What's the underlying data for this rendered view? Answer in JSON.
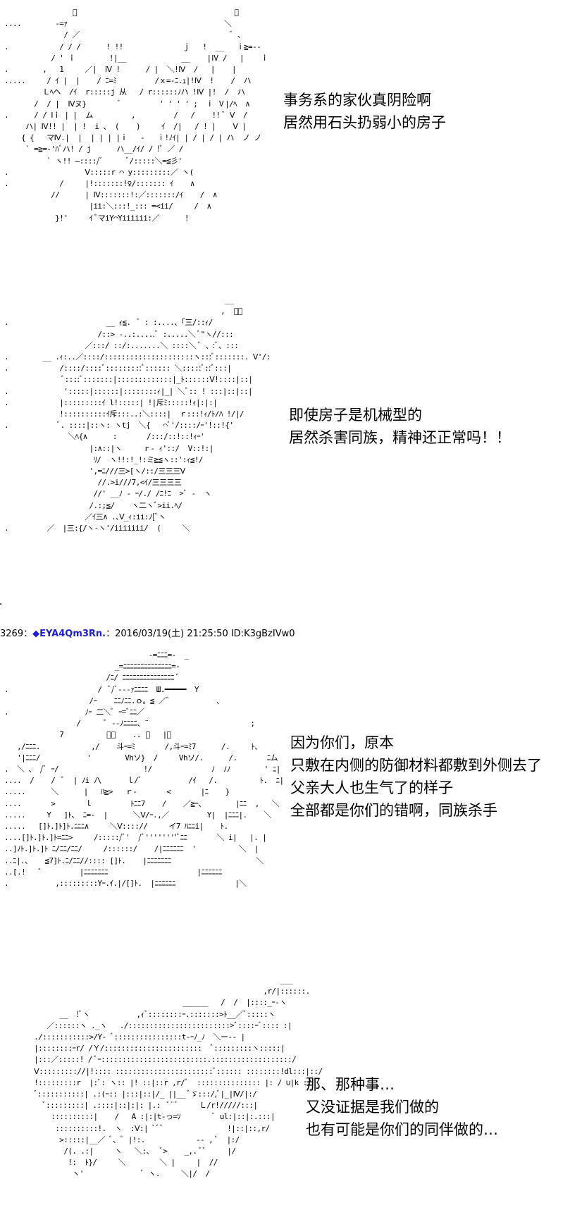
{
  "panels": [
    {
      "id": "panel-1",
      "ascii_art": "                ﾞ                                     ﾞ\n....        -=ｧ                                     ＼\n              / ／                                    ﾞ 、\n.            / / /      ! !!              ｊ   !  __   ｉ≧=--\n           / ' ｉ        !|__             __    |Ⅳ /   |    ｉ\n.        ,   1     ／|  Ⅳ !      / |  ＼!Ⅳ  /   |    |\n.....     / ｲ |  |    / ﾆ=ﾐ         /ｘ=-ﾆ.ｪ|!Ⅳ  !    /  ハ\n         Ｌﾍヘ  /ｲ  r:::::j 从   / r::::::ﾉハ !Ⅳ |!  /  ハ\n       /  / |  Ⅳヌ}        ﾞ         ' ' ' ' ;  ｉ Ⅴ|/ﾍ  ∧\n.      / / Ⅰｉ | |  ム         ,         /   /    !! ﾞ Ⅴ  /\n     ハ| Ⅳ!! |  | !  i 、 (    )     ｲ  /|   / ! |    Ⅴ |\n    { {   マⅣ.|  |  | | | |ｉ   -   ｉ!ﾉｲ| | / | / | ハ  ノ ノ\n     ` =≧=-'ﾊﾞハ! / j      ハ__/ｲ/ / !ﾞ ／ /\n          ` ヽ!! ―::::/ﾞ      ﾞ/:::::＼=≦彡'\n.                  Ⅴ:::::r ⌒ y:::::::::／ ヽ(\n.            /     |!:::::::!♀/::::::: ｲ    ∧\n           //      | Ⅳ:::::::!:／:::::::/ｲ    /  ∧\n                    |ii:＼:::!_::: =<ii/     /  ∧\n            }!'     ｲ ﾞマiY⌒Yiiiiii:／      !",
      "dialogue": [
        "事务系的家伙真阴险啊",
        "居然用石头扔弱小的房子"
      ]
    },
    {
      "id": "panel-2",
      "ascii_art": "                                                    __\n                                                   ,  ﾞ、\n.                       __ ｨ≦.  ﾞ : :....、｢三/::ｨ/\n                      /::> -..:.....ﾞ :.....＼ ﾞ\"ヽ//:::\n                   ／:::/ ::/:.......＼ ::::＼ ﾞ 、:ﾞ、:::\n.        __ .ｨ:..／::::/:::::::::::::::::::::ヽ:::ﾞ:::::::. Ⅴ'/:\n.            /::::/::::ﾞ:::::::::ﾞ:::::: ＼:::::ﾞ::ﾞ:::|\n              ﾞ::::ﾞ:::::::|:::::::::::::|_ﾄ::::::Ⅴ!::::|::|\n.             ':::::|::::::|::::::::ｨ|_| ＼ﾞ:: ! :::|::|::|\n.            |:::::::::ｲ l!:::::| !|斥ﾐ:::::!ｨ|:|:|\n             !::::::::::ｲ斥:::..:＼::::|  ｒ:::!ｨ/ﾄ/ﾊ !/|/\n.            ﾞ. ::::|::ヽ: ヽtj  ＼{   ⌒ﾞ'/::::/ｰ'!::!{'\n               ＼ﾍ{∧      :       /:::/::!::!ｨｰ'\n                    |:∧::|ヽ     ｒ‐ ｨ'::/  V::!:|\n                     ﾘ/  ヽ!!:!_!:ミ≧≦ヽ::':ｨ≦!/\n                    ',=ﾆ///三>[ヽ/::/三三三Ⅴ\n                      //.>i///7,<ｲ/三三三三\n                     //' __ﾉ - ｰ/./ /ﾆ!ﾆ  >ﾞ -  ヽ\n                    /.:;≦/    ヽ二ヽﾞ>ii.ﾍ/\n                   ／ｲ三∧ .､Ⅴ_ｨ:ii:ﾉ[ﾞヽ\n.         ／  |三:{/ヽ-ヽ'/iiiiiii/  (     ＼",
      "dialogue": [
        "即使房子是机械型的",
        "居然杀害同族，精神还正常吗！！"
      ]
    },
    {
      "id": "panel-3",
      "ascii_art": "                                  -=ﾆﾆﾆ=-  _\n                          _=ﾆﾆﾆﾆﾆﾆﾆﾆﾆﾆﾆﾆﾆﾆ=-\n                        /ﾆ/ ﾆﾆﾆﾆﾆﾆﾆﾆﾆﾆﾆﾆﾆﾆﾆ ﾞ\n.                     /  ﾞ/ﾞ---ｧﾆﾆﾆﾆ  Ш.━━━━━  Y\n                    /ｰ    ﾆﾆﾉﾆﾆ.ｏ。≦ ／ﾞ           、\n.                  ﾉｰ 二＼ﾞ ｰ=ﾞﾆﾆ／\n                 /      ﾞ ‐‐ﾉﾆﾆﾆﾆ、¨                        ;\n             7          ﾞﾞ    .. ﾞ   |＼\n   ,/ﾆﾆﾆ.            ,/    斗ｰ=ﾐ       /,斗ｰ=ﾐ7      /.     ﾄ、\n   '|ﾆﾆﾆ/           '        Vhソ}  /     Vhソ/.      /.       ﾆム\n.  ＼ 、 /ﾞ ｰ/                    !/              ﾉ  ﾉﾉ        ' ﾆ|\n....  /    /  ﾞ  | ﾉi ﾉ\\      ｌ/ﾞ           /ｲ   /.          ﾄ.  ﾆ|\n.....      ＼      |   ﾊ≧>   ｒ-       <       |ﾆ    }\n....       >       ｌ         ﾄﾆﾆ7    /    ／≧ｰ、       |ﾆﾆ  ,   ＼\n.....     Y   ]ﾄ、 ﾆ=-  |      ＼Ⅴ/ｰ.,／         Y|  |ﾆﾆﾆ|.    ＼\n.....   []ﾄ.]ﾄ]ﾄ.ﾆﾆﾆ∧     ＼Ⅴ:::://     イ7 ﾊﾆﾆi|    ﾄ.\n....[]ﾄ.]ﾄ.]ﾄ=ﾆﾆ>     /:::::/ﾞ'  /ﾞ''''''''ﾞﾆﾆ       ＼ i|   |. |\n..]ﾉﾄ.]ﾄ.]ﾄ ﾆ/ﾆﾆ/ﾆﾆ/     /::::::/    /|ﾆﾆﾆﾆﾆﾆ  '          ＼  |\n..ﾆ|.、   ≦7]ﾄ.ﾆ/ﾆﾆ//:::: []ﾄ.    |ﾆﾆﾆﾆﾆﾆﾆ                    ＼\n..[.!   ゛        |ﾆﾆﾆﾆﾆﾆﾆ                     |ﾆﾆﾆﾆﾆﾆ\n.           ,:::::::::Yｰ.ｲ.|/[]ﾄ.  |ﾆﾆﾆﾆﾆﾆ              |＼",
      "dialogue": [
        "因为你们，原本",
        "只敷在内侧的防御材料都敷到外侧去了",
        "父亲大人也生气了的样子",
        "全部都是你们的错啊，同族杀手"
      ]
    },
    {
      "id": "panel-4",
      "ascii_art": "                                                                 ___\n                                                             ,r/|::::::.\n                                          ______   /  /  |::::_ｰ-ヽ\n             __  !ﾞヽ           ,ｨﾞ::::::::ｰ.:::::::>ﾄ__／ﾞ:::::ヽ\n          ／::::::ヽ ._ヽ   ./::::::::::::::::::::::::>ﾞ::::ｰﾞ:::: :|\n       ./:::::::::::>/Y- ﾞ::::::::::::::::t-ｰﾉ_ﾉ  ＼ー‐- |\n       |::::::::ｰr/ /Ｙ/:::::::::::::::::::::::  ﾞ:::::::::ヽ:::::|\n       |:::／:::::! / ﾞｰ:::::::::::::::::::::::::.:::::::::::::::::::/\n       Ⅴ::::::::://|!:::: :::::::::::::::::::::::ﾞ:::::: ::::::::!dl:::|::/\n       !:::::::::r  |:ﾞ: ヽ:: |! ::|::r ,r/ﾞ  ::::::::::::::: |: / ∪|k :/\n       ﾞ:::::::::::| .:(ｰ:: |:::|::|/_ ||__ ﾞゞ:::/,ﾞ|_|Ⅳ/|:/\n         ﾞ:::::::::| .::::|::|:|: |.:  ﾞ¨ﾞ     Ｌ/r!/////:::|\n           ::::::::::|    /   A :|:|t-っ=ｿ        ﾞ ul:|::|:.:::|\n            ::::::::::!.  ヽ  :Ⅴ:| ﾞﾞﾞ               !|::|::,r/\n             >:::::|__／ ﾞ、ﾞ |!:.            -- , ﾞ  |:/\n              /(. .:|     ヽ   ＼:、  ﾞ>    _,. ﾞﾞ     |/\n               !:  ﾄ}/     ＼        ＼ |     |  //\n                ヽ'              ﾞ ヽ.     ＼|/  /",
      "dialogue": [
        "那、那种事…",
        "又没证据是我们做的",
        "也有可能是你们的同伴做的…"
      ]
    }
  ],
  "post": {
    "number": "3269",
    "separator": "：",
    "diamond": "◆",
    "trip": "EYA4Qm3Rn.",
    "date_text": "：2016/03/19(土) 21:25:50 ID:K3gBzIVw0"
  }
}
